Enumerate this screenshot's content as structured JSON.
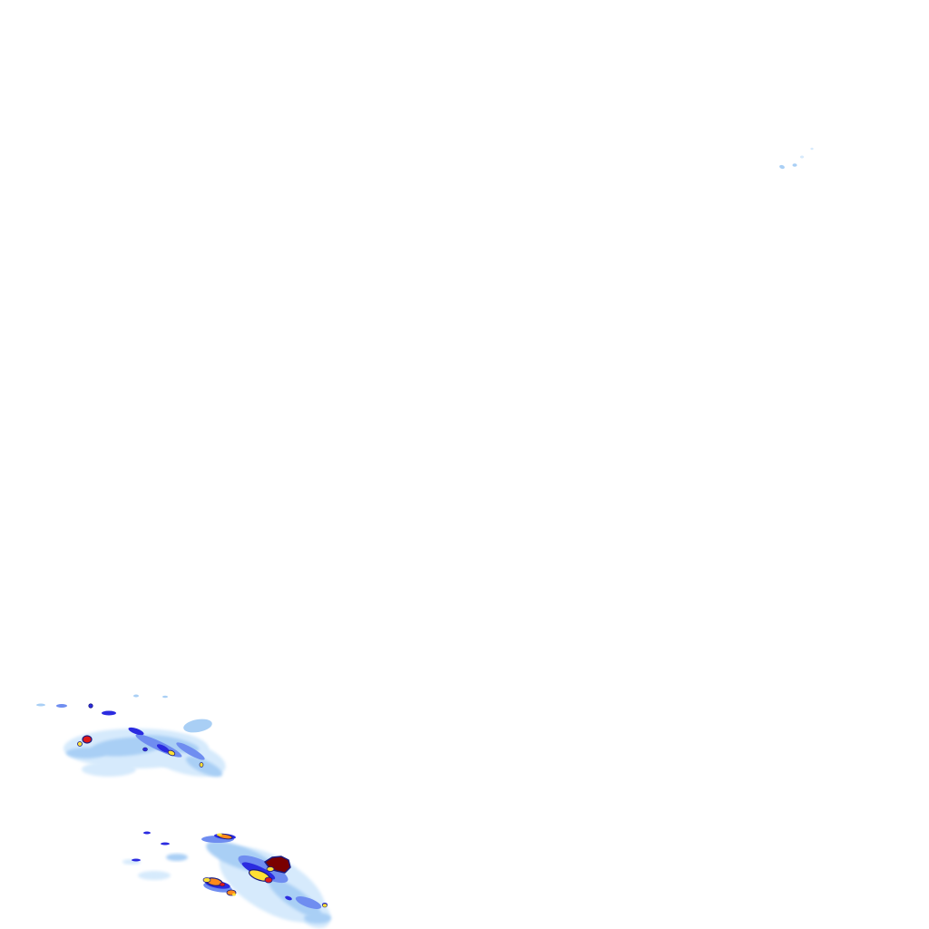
{
  "image": {
    "kind": "weather-radar-precipitation-overlay",
    "background": "#ffffff",
    "legend_visible": false,
    "visible_text": []
  },
  "palette": {
    "very_light": "#d6eafc",
    "light": "#a9cff5",
    "medium": "#6f8df0",
    "strong": "#2b2be0",
    "yellow": "#ffe033",
    "orange": "#ff8a1a",
    "red": "#e01a1a",
    "dark_red": "#7a0000",
    "outline": "#1a1a80"
  },
  "echo_regions": [
    {
      "name": "far-northeast-speckles",
      "intensity_levels": [
        "very_light",
        "light"
      ]
    },
    {
      "name": "southwest-upper-cluster",
      "intensity_levels": [
        "very_light",
        "light",
        "medium",
        "strong",
        "yellow",
        "red"
      ]
    },
    {
      "name": "southwest-lower-cluster",
      "intensity_levels": [
        "very_light",
        "light",
        "medium",
        "strong",
        "yellow",
        "orange",
        "red",
        "dark_red"
      ]
    }
  ]
}
